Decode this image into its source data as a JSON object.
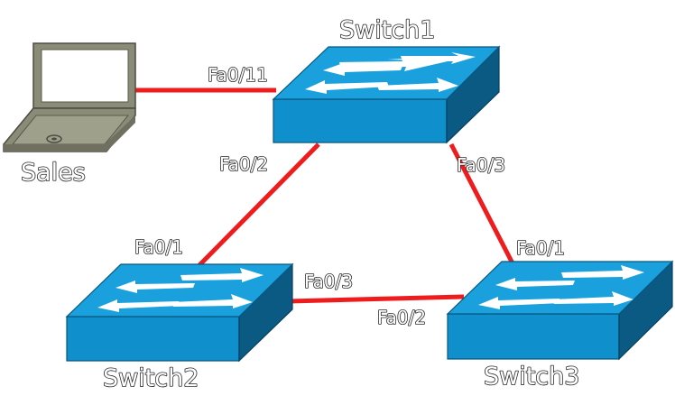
{
  "devices": {
    "laptop": {
      "name": "Sales"
    },
    "switch1": {
      "name": "Switch1"
    },
    "switch2": {
      "name": "Switch2"
    },
    "switch3": {
      "name": "Switch3"
    }
  },
  "ports": {
    "sales_sw1": "Fa0/11",
    "sw1_sw2": "Fa0/2",
    "sw1_sw3": "Fa0/3",
    "sw2_sw1": "Fa0/1",
    "sw2_sw3": "Fa0/3",
    "sw3_sw1": "Fa0/1",
    "sw3_sw2": "Fa0/2"
  },
  "colors": {
    "link": "#ee1c1c",
    "switch_top": "#1aa0dc",
    "switch_front": "#0f8fcb",
    "switch_side": "#0a5a84",
    "arrow": "#ffffff"
  },
  "icons": {
    "laptop": "laptop-icon",
    "switch": "workgroup-switch-icon"
  }
}
